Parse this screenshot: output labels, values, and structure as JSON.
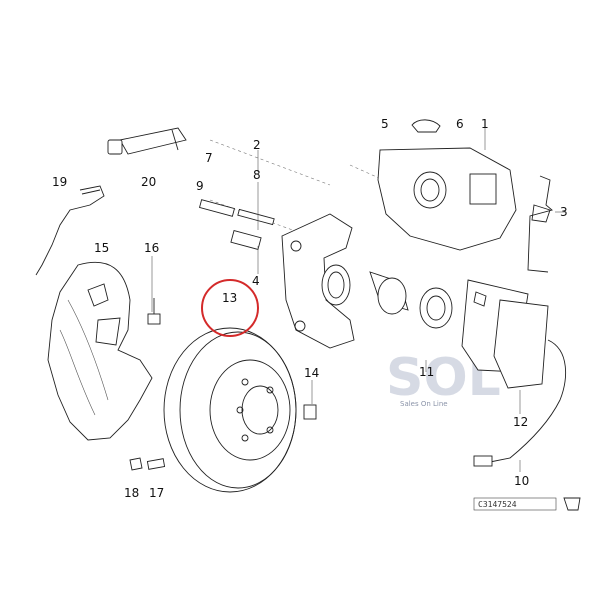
{
  "diagram": {
    "callouts": [
      "1",
      "2",
      "3",
      "4",
      "5",
      "6",
      "7",
      "8",
      "9",
      "10",
      "11",
      "12",
      "13",
      "14",
      "15",
      "16",
      "17",
      "18",
      "19",
      "20"
    ],
    "highlight": {
      "label": "13",
      "color": "#d42a2a"
    },
    "watermark": {
      "brand": "SOL",
      "subtitle": "Sales On Line"
    },
    "drawing_reference": "C3147524"
  }
}
